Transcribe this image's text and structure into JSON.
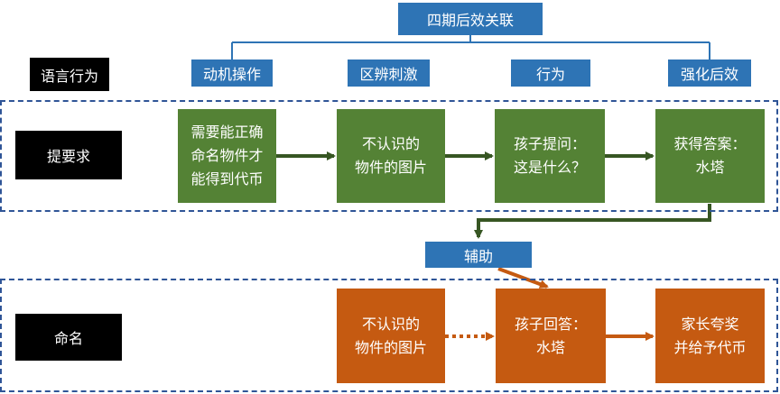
{
  "title": "四期后效关联",
  "row_header": "语言行为",
  "columns": [
    "动机操作",
    "区辨刺激",
    "行为",
    "强化后效"
  ],
  "row1": {
    "label": "提要求",
    "boxes": [
      "需要能正确\n命名物件才\n能得到代币",
      "不认识的\n物件的图片",
      "孩子提问：\n这是什么？",
      "获得答案：\n水塔"
    ]
  },
  "assist_label": "辅助",
  "row2": {
    "label": "命名",
    "boxes": [
      "不认识的\n物件的图片",
      "孩子回答：\n水塔",
      "家长夸奖\n并给予代币"
    ]
  },
  "colors": {
    "blue": "#2e74b5",
    "green": "#548235",
    "orange": "#c55a11",
    "dashed": "#2f5597",
    "green_arrow": "#375623",
    "orange_arrow": "#c55a11"
  }
}
